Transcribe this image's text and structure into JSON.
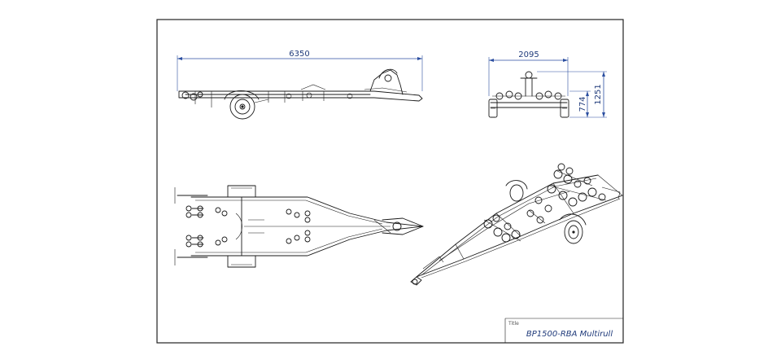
{
  "dimensions": {
    "side_length": "6350",
    "end_width": "2095",
    "end_height_low": "774",
    "end_height_total": "1251"
  },
  "title_block": {
    "label": "Title",
    "title": "BP1500-RBA Multirull"
  },
  "colors": {
    "dimension": "#2b4ea0",
    "ink": "#1a1a1a"
  }
}
